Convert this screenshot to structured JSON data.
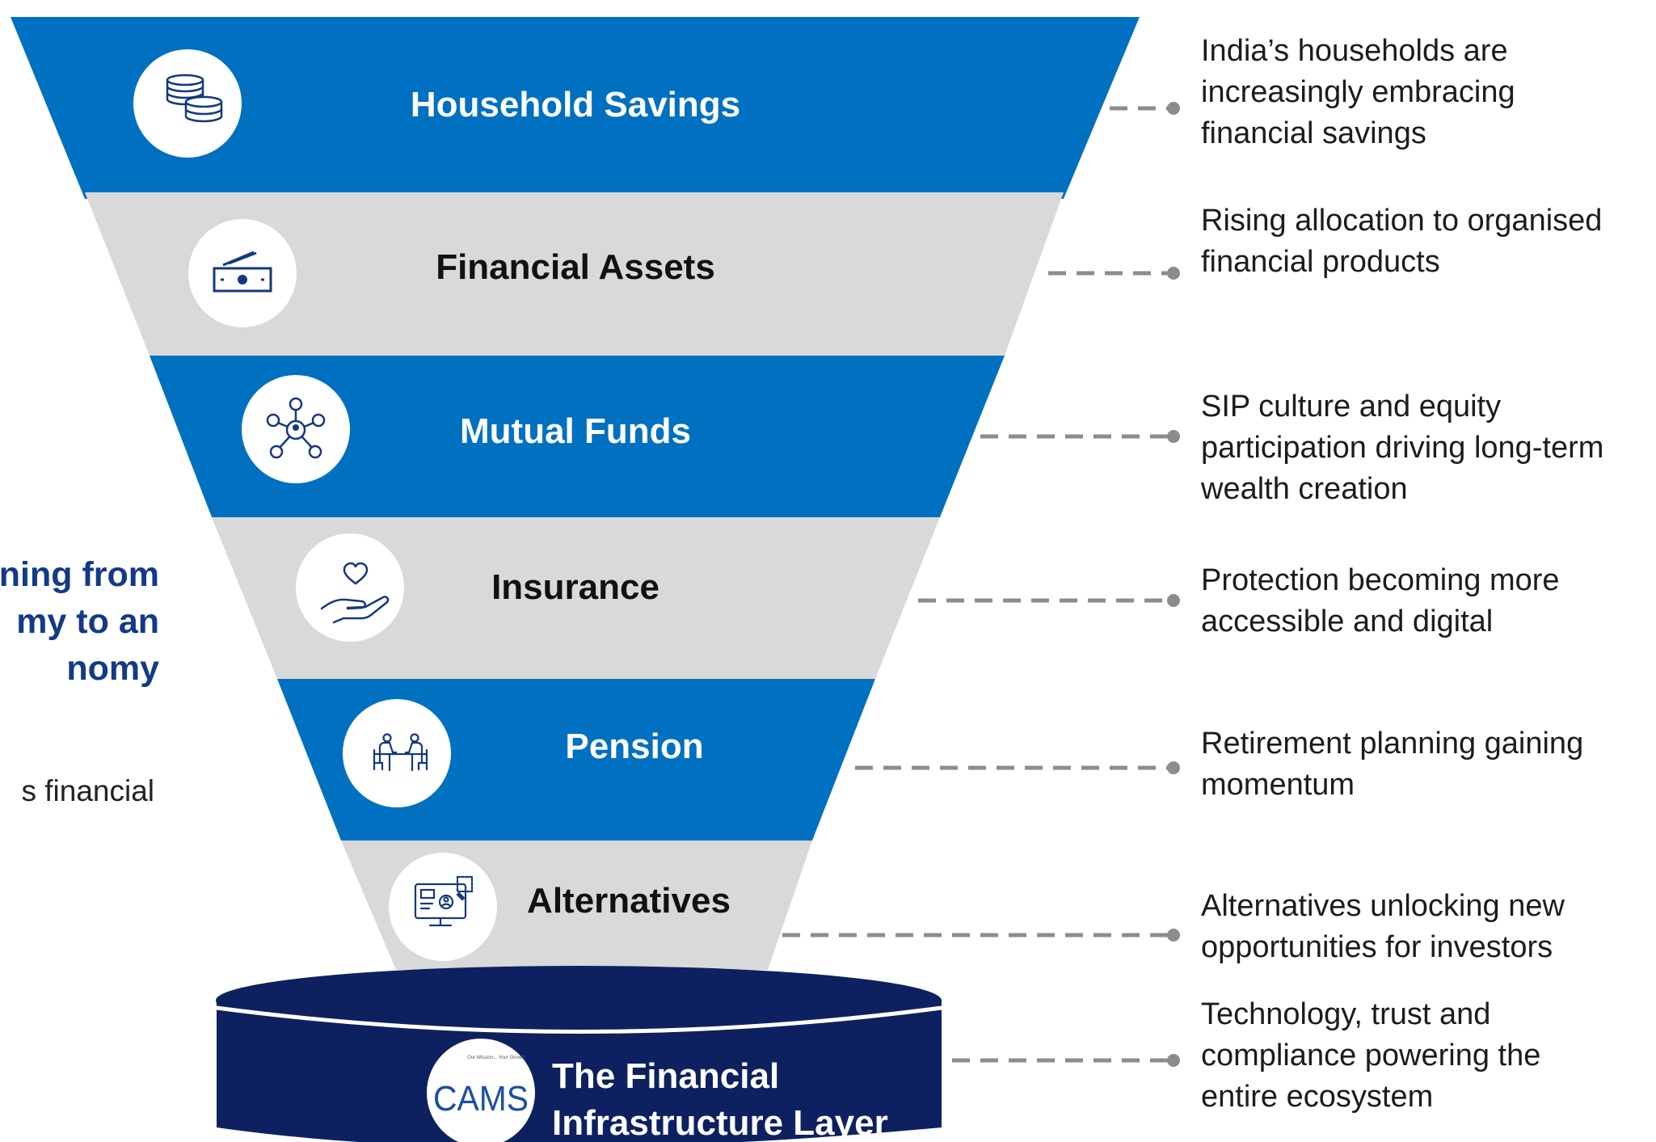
{
  "colors": {
    "blue_band": "#0070c0",
    "gray_band": "#d9d9d9",
    "base_navy": "#0d2160",
    "icon_blue": "#14387f",
    "connector_gray": "#8c8c8c",
    "left_heading": "#123a86"
  },
  "left_panel": {
    "heading_lines": [
      "ning from",
      "my to an",
      "nomy"
    ],
    "body_text": "s financial"
  },
  "funnel": {
    "layers": [
      {
        "label": "Household Savings",
        "icon": "coins-icon",
        "description_lines": [
          "India’s households are",
          "increasingly embracing",
          "financial savings"
        ]
      },
      {
        "label": "Financial Assets",
        "icon": "cash-icon",
        "description_lines": [
          "Rising allocation to organised",
          "financial products"
        ]
      },
      {
        "label": "Mutual Funds",
        "icon": "network-icon",
        "description_lines": [
          "SIP culture and equity",
          "participation driving long-term",
          "wealth creation"
        ]
      },
      {
        "label": "Insurance",
        "icon": "hand-heart-icon",
        "description_lines": [
          "Protection becoming more",
          "accessible and digital"
        ]
      },
      {
        "label": "Pension",
        "icon": "meeting-table-icon",
        "description_lines": [
          "Retirement planning gaining",
          "momentum"
        ]
      },
      {
        "label": "Alternatives",
        "icon": "monitor-analytics-icon",
        "description_lines": [
          "Alternatives unlocking new",
          "opportunities for investors"
        ]
      }
    ]
  },
  "base": {
    "logo_text": "CAMS",
    "logo_tagline": "Our Mission... Your Growth",
    "title_lines": [
      "The Financial",
      "Infrastructure Layer"
    ],
    "icon": "cams-logo",
    "description_lines": [
      "Technology, trust and",
      "compliance powering the",
      "entire ecosystem"
    ]
  }
}
